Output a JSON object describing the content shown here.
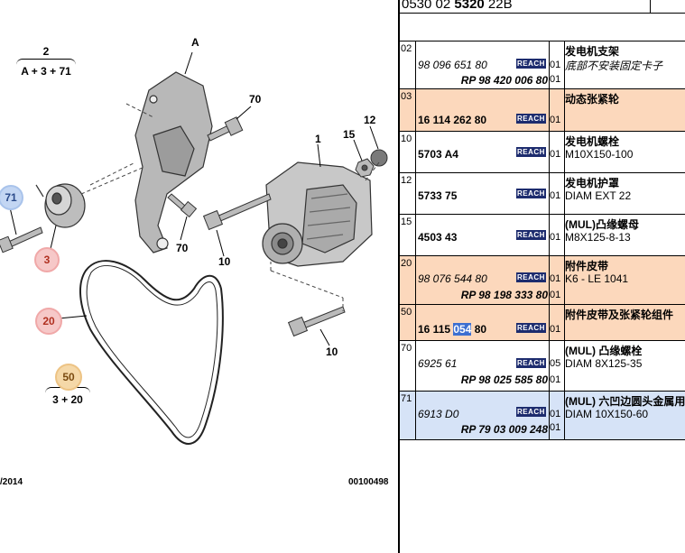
{
  "header": {
    "ref_prefix": "0530 02 ",
    "ref_bold": "5320",
    "ref_suffix": " 22B"
  },
  "diagram": {
    "fraction_2": {
      "top": "2",
      "bottom": "A + 3 + 71"
    },
    "fraction_50": {
      "top": "50",
      "bottom": "3 + 20"
    },
    "callouts": {
      "A": "A",
      "c70a": "70",
      "c12": "12",
      "c15": "15",
      "c1": "1",
      "c70b": "70",
      "c10a": "10",
      "c10b": "10"
    },
    "bubbles": {
      "b71": "71",
      "b3": "3",
      "b20": "20",
      "b50": "50"
    },
    "footer_left": "/2014",
    "footer_right": "00100498"
  },
  "parts": [
    {
      "pos": "02",
      "number": "98 096 651 80",
      "number_style": "italic",
      "reach": "REACH",
      "rp": "RP 98 420 006 80",
      "qty": [
        "01",
        "01"
      ],
      "title": "发电机支架",
      "subtitle": "底部不安装固定卡子",
      "subtitle_style": "italic",
      "color": "white"
    },
    {
      "pos": "03",
      "number": "16 114 262 80",
      "number_style": "bold",
      "reach": "REACH",
      "rp": "",
      "qty": [
        "01"
      ],
      "title": "动态张紧轮",
      "subtitle": "",
      "color": "orange"
    },
    {
      "pos": "10",
      "number": "5703 A4",
      "number_style": "bold",
      "reach": "REACH",
      "rp": "",
      "qty": [
        "01"
      ],
      "title": "发电机螺栓",
      "subtitle": "M10X150-100",
      "color": "white"
    },
    {
      "pos": "12",
      "number": "5733 75",
      "number_style": "bold",
      "reach": "REACH",
      "rp": "",
      "qty": [
        "01"
      ],
      "title": "发电机护罩",
      "subtitle": "DIAM EXT 22",
      "color": "white"
    },
    {
      "pos": "15",
      "number": "4503 43",
      "number_style": "bold",
      "reach": "REACH",
      "rp": "",
      "qty": [
        "01"
      ],
      "title": "(MUL)凸缘螺母",
      "subtitle": "M8X125-8-13",
      "color": "white"
    },
    {
      "pos": "20",
      "number": "98 076 544 80",
      "number_style": "italic",
      "reach": "REACH",
      "rp": "RP 98 198 333 80",
      "qty": [
        "01",
        "01"
      ],
      "title": "附件皮带",
      "subtitle": "K6 - LE 1041",
      "color": "orange"
    },
    {
      "pos": "50",
      "number_a": "16 115 ",
      "number_hl": "054",
      "number_b": " 80",
      "number_style": "bold",
      "reach": "REACH",
      "rp": "",
      "qty": [
        "01"
      ],
      "title": "附件皮带及张紧轮组件",
      "subtitle": "",
      "color": "orange"
    },
    {
      "pos": "70",
      "number": "6925 61",
      "number_style": "italic",
      "reach": "REACH",
      "rp": "RP 98 025 585 80",
      "qty": [
        "05",
        "01"
      ],
      "title": "(MUL) 凸缘螺栓",
      "subtitle": "DIAM 8X125-35",
      "color": "white"
    },
    {
      "pos": "71",
      "number": "6913 D0",
      "number_style": "italic",
      "reach": "REACH",
      "rp": "RP 79 03 009 248",
      "qty": [
        "01",
        "01"
      ],
      "title": "(MUL) 六凹边圆头金属用",
      "subtitle": "DIAM 10X150-60",
      "color": "blue"
    }
  ],
  "colors": {
    "orange_row": "#fcd8bc",
    "blue_row": "#d6e3f7",
    "reach_badge": "#1d2c6e",
    "highlight": "#3c6fd1"
  }
}
